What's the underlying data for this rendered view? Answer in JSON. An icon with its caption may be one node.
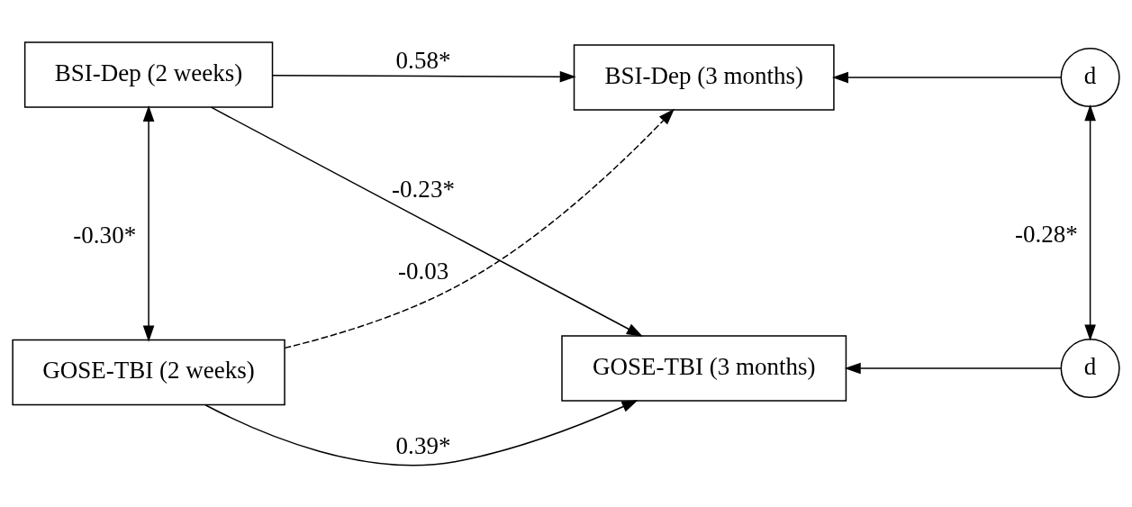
{
  "diagram": {
    "nodes": [
      {
        "text": [
          "BSI-Dep (2 weeks)"
        ]
      },
      {
        "text": [
          "BSI-Dep (3 months)"
        ]
      },
      {
        "text": [
          "GOSE-TBI (2 weeks)"
        ]
      },
      {
        "text": [
          "GOSE-TBI (3 months)"
        ]
      },
      {
        "text": [
          "d"
        ]
      },
      {
        "text": [
          "d"
        ]
      }
    ],
    "edges": [
      {
        "from": 0,
        "to": 1,
        "arrow": "to",
        "label": "0.58*"
      },
      {
        "from": 2,
        "to": 1,
        "arrow": "to",
        "label": "-0.03",
        "style": "dashed"
      },
      {
        "from": 0,
        "to": 3,
        "arrow": "to",
        "label": "-0.23*"
      },
      {
        "from": 2,
        "to": 3,
        "arrow": "to",
        "label": "0.39*"
      },
      {
        "from": 0,
        "to": 2,
        "arrow": "both",
        "label": "-0.30*"
      },
      {
        "from": 4,
        "to": 1,
        "arrow": "to"
      },
      {
        "from": 5,
        "to": 3,
        "arrow": "to"
      },
      {
        "from": 4,
        "to": 5,
        "arrow": "both",
        "label": "-0.28*"
      }
    ]
  }
}
